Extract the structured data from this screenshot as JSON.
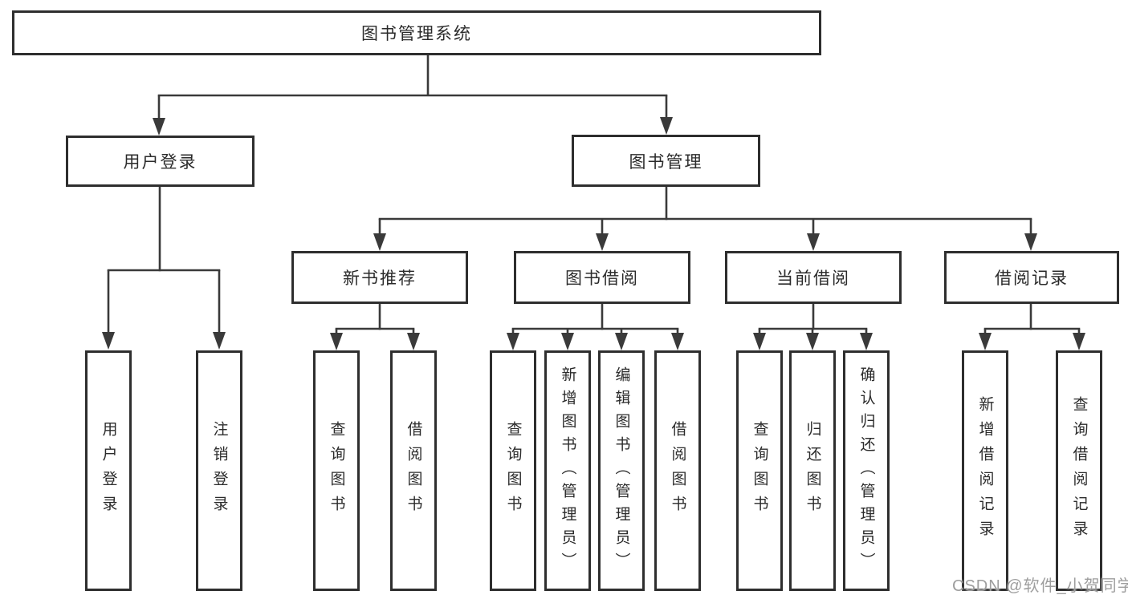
{
  "diagram_type": "functional-structure-tree",
  "tree": {
    "label": "图书管理系统",
    "children": [
      {
        "label": "用户登录",
        "children": [
          {
            "label": "用户登录"
          },
          {
            "label": "注销登录"
          }
        ]
      },
      {
        "label": "图书管理",
        "children": [
          {
            "label": "新书推荐",
            "children": [
              {
                "label": "查询图书"
              },
              {
                "label": "借阅图书"
              }
            ]
          },
          {
            "label": "图书借阅",
            "children": [
              {
                "label": "查询图书"
              },
              {
                "label": "新增图书（管理员）"
              },
              {
                "label": "编辑图书（管理员）"
              },
              {
                "label": "借阅图书"
              }
            ]
          },
          {
            "label": "当前借阅",
            "children": [
              {
                "label": "查询图书"
              },
              {
                "label": "归还图书"
              },
              {
                "label": "确认归还（管理员）"
              }
            ]
          },
          {
            "label": "借阅记录",
            "children": [
              {
                "label": "新增借阅记录"
              },
              {
                "label": "查询借阅记录"
              }
            ]
          }
        ]
      }
    ]
  },
  "watermark": {
    "text": "CSDN @软件_小贺同学"
  },
  "colors": {
    "background": "#ffffff",
    "box_border": "#2e2e2e",
    "connector_line": "#3a3a3a",
    "text": "#2b2b2b",
    "watermark_text": "#9e9e9e"
  }
}
